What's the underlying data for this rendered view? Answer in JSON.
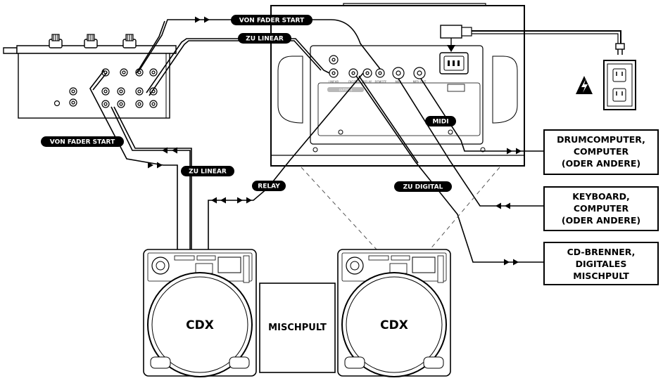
{
  "labels": {
    "von_fader_start_top": "VON FADER START",
    "zu_linear_top": "ZU LINEAR",
    "von_fader_start_left": "VON FADER START",
    "zu_linear_mid": "ZU LINEAR",
    "relay": "RELAY",
    "zu_digital": "ZU DIGITAL",
    "midi": "MIDI"
  },
  "devices": {
    "drumcomputer": [
      "DRUMCOMPUTER,",
      "COMPUTER",
      "(ODER ANDERE)"
    ],
    "keyboard": [
      "KEYBOARD,",
      "COMPUTER",
      "(ODER ANDERE)"
    ],
    "cd_brenner": [
      "CD-BRENNER,",
      "DIGITALES",
      "MISCHPULT"
    ],
    "cdx_left": "CDX",
    "cdx_right": "CDX",
    "mischpult": "MISCHPULT"
  },
  "panel_text": {
    "outputs": "OUTPUTS",
    "linear": "LINEAR",
    "digital": "DIGITAL",
    "relay": "RELAY",
    "remote": "REMOTE",
    "midi_in": "MIDI",
    "midi_out": "MIDI OUT"
  }
}
